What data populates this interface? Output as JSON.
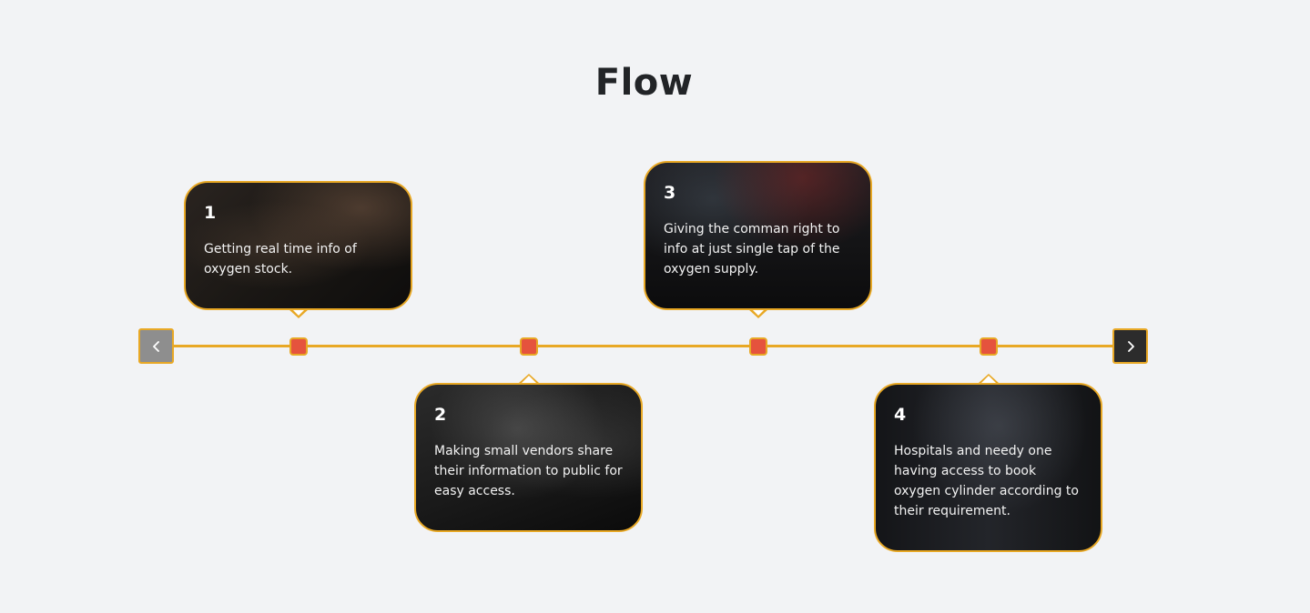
{
  "section": {
    "title": "Flow"
  },
  "navigation": {
    "prev_icon": "chevron-left-icon",
    "next_icon": "chevron-right-icon"
  },
  "colors": {
    "accent": "#e8a825",
    "marker": "#e5533d",
    "background": "#f2f3f5",
    "title": "#222427"
  },
  "steps": [
    {
      "number": "1",
      "text": "Getting real time info of oxygen stock."
    },
    {
      "number": "2",
      "text": "Making small vendors share their information to public for easy access."
    },
    {
      "number": "3",
      "text": "Giving the comman right to info at just single tap of the oxygen supply."
    },
    {
      "number": "4",
      "text": "Hospitals and needy one having access to book oxygen cylinder according to their requirement."
    }
  ]
}
